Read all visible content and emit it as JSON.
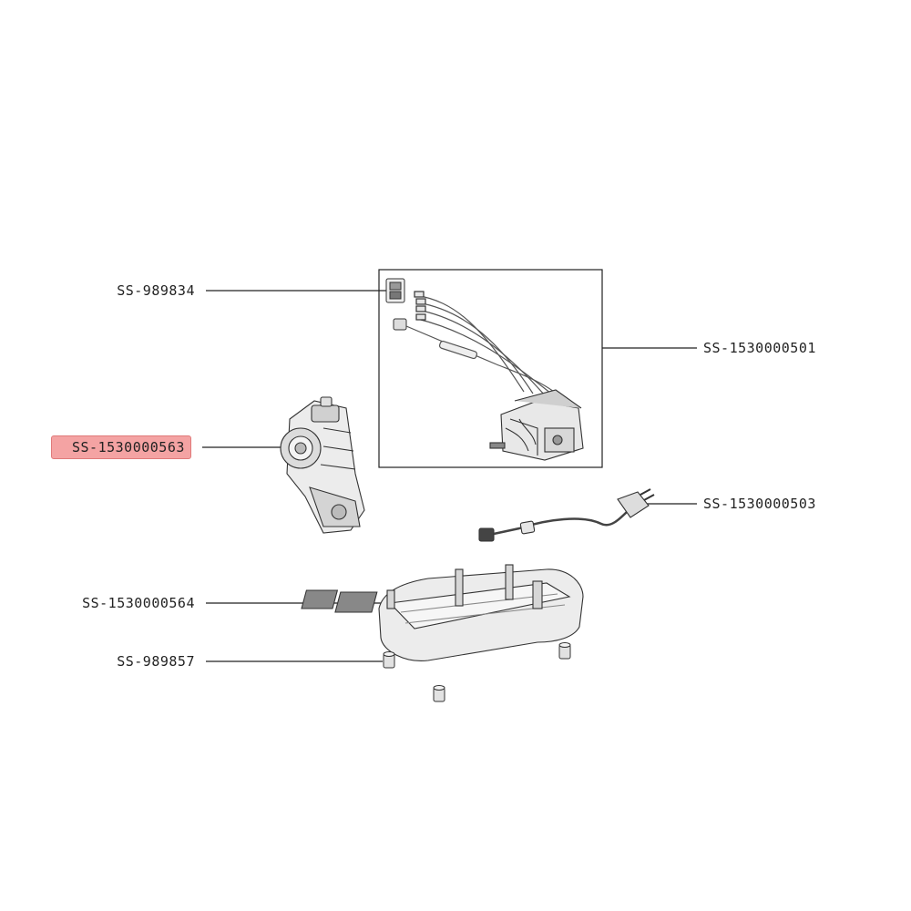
{
  "parts": [
    {
      "id": "switch",
      "label": "SS-989834"
    },
    {
      "id": "motor_harness",
      "label": "SS-1530000501"
    },
    {
      "id": "pump_gear",
      "label": "SS-1530000563",
      "highlighted": true
    },
    {
      "id": "power_cord",
      "label": "SS-1530000503"
    },
    {
      "id": "base_housing",
      "label": "SS-1530000564"
    },
    {
      "id": "feet",
      "label": "SS-989857"
    }
  ],
  "colors": {
    "highlight_fill": "#f4a3a3",
    "highlight_border": "#e07a7a",
    "line": "#222222"
  }
}
